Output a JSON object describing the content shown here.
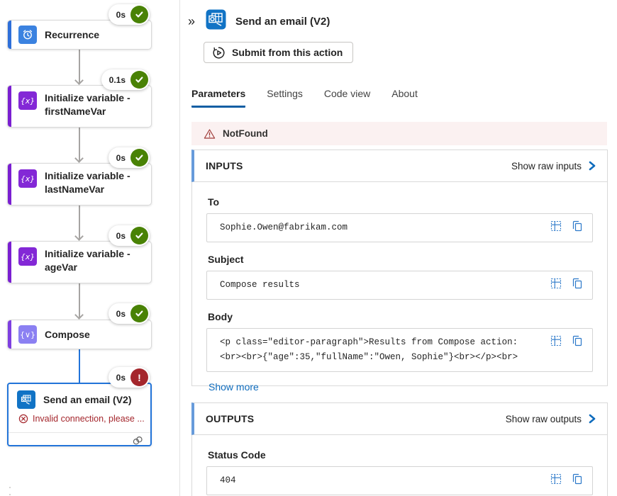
{
  "icons": {
    "collapse": "»",
    "variable_glyph": "{x}",
    "compose_glyph": "{∨}",
    "error_glyph": "!"
  },
  "colors": {
    "accent_blue": "#0F6CBD",
    "tab_underline": "#115EA3",
    "success_green": "#498205",
    "error_red": "#A4262C",
    "recurrence_blue": "#3B82E0",
    "variable_purple": "#8328D6",
    "compose_purple": "#8B80F2",
    "outlook_blue": "#1173C5",
    "selected_border": "#2274D9",
    "banner_bg": "#FBF1F1",
    "section_bar": "#679BDB"
  },
  "canvas": {
    "nodes": [
      {
        "title": "Recurrence",
        "duration": "0s",
        "status": "success"
      },
      {
        "title": "Initialize variable - firstNameVar",
        "duration": "0.1s",
        "status": "success"
      },
      {
        "title": "Initialize variable - lastNameVar",
        "duration": "0s",
        "status": "success"
      },
      {
        "title": "Initialize variable - ageVar",
        "duration": "0s",
        "status": "success"
      },
      {
        "title": "Compose",
        "duration": "0s",
        "status": "success"
      },
      {
        "title": "Send an email (V2)",
        "duration": "0s",
        "status": "error",
        "error_message": "Invalid connection, please ..."
      }
    ]
  },
  "panel": {
    "title": "Send an email (V2)",
    "submit_button": "Submit from this action",
    "tabs": [
      {
        "label": "Parameters",
        "active": true
      },
      {
        "label": "Settings",
        "active": false
      },
      {
        "label": "Code view",
        "active": false
      },
      {
        "label": "About",
        "active": false
      }
    ],
    "error_banner": "NotFound",
    "inputs": {
      "heading": "INPUTS",
      "show_raw": "Show raw inputs",
      "fields": [
        {
          "label": "To",
          "value": "Sophie.Owen@fabrikam.com"
        },
        {
          "label": "Subject",
          "value": "Compose results"
        },
        {
          "label": "Body",
          "value": "<p class=\"editor-paragraph\">Results from Compose action: <br><br>{\"age\":35,\"fullName\":\"Owen, Sophie\"}<br></p><br>"
        }
      ],
      "show_more": "Show more"
    },
    "outputs": {
      "heading": "OUTPUTS",
      "show_raw": "Show raw outputs",
      "fields": [
        {
          "label": "Status Code",
          "value": "404"
        }
      ]
    }
  }
}
